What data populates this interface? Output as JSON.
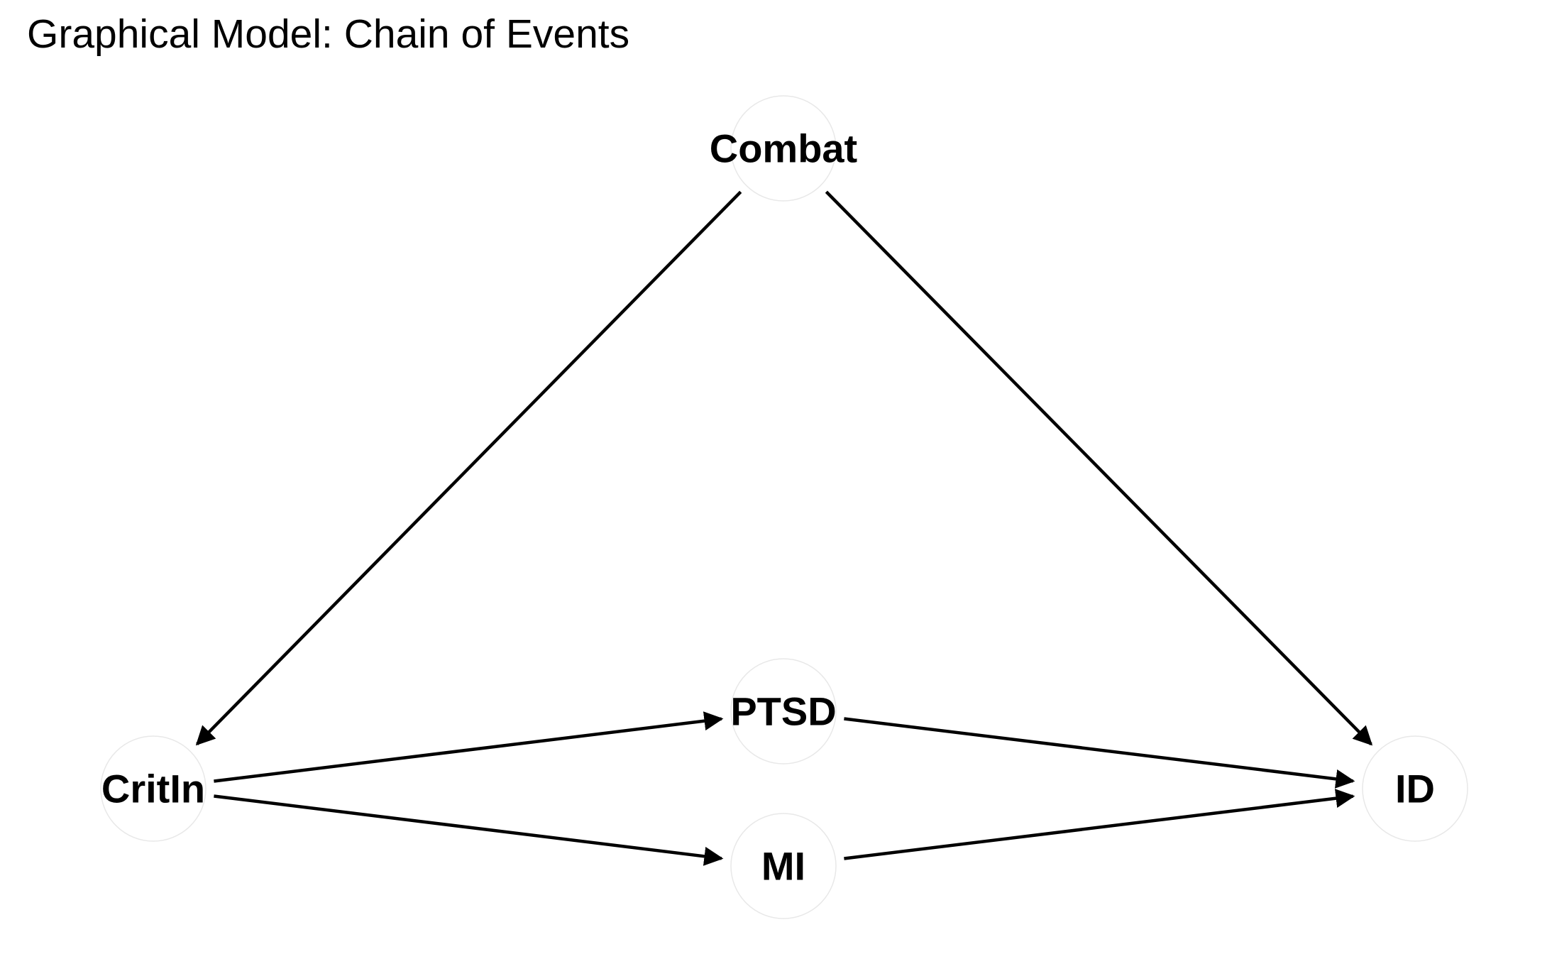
{
  "title": "Graphical Model: Chain of Events",
  "nodes": [
    {
      "id": "Combat",
      "label": "Combat"
    },
    {
      "id": "CritIn",
      "label": "CritIn"
    },
    {
      "id": "PTSD",
      "label": "PTSD"
    },
    {
      "id": "MI",
      "label": "MI"
    },
    {
      "id": "ID",
      "label": "ID"
    }
  ],
  "edges": [
    {
      "from": "Combat",
      "to": "CritIn"
    },
    {
      "from": "Combat",
      "to": "ID"
    },
    {
      "from": "CritIn",
      "to": "PTSD"
    },
    {
      "from": "CritIn",
      "to": "MI"
    },
    {
      "from": "PTSD",
      "to": "ID"
    },
    {
      "from": "MI",
      "to": "ID"
    }
  ],
  "colors": {
    "edge": "#000000",
    "node_fill": "#ffffff",
    "node_border": "#e8e8e8",
    "text": "#000000"
  }
}
